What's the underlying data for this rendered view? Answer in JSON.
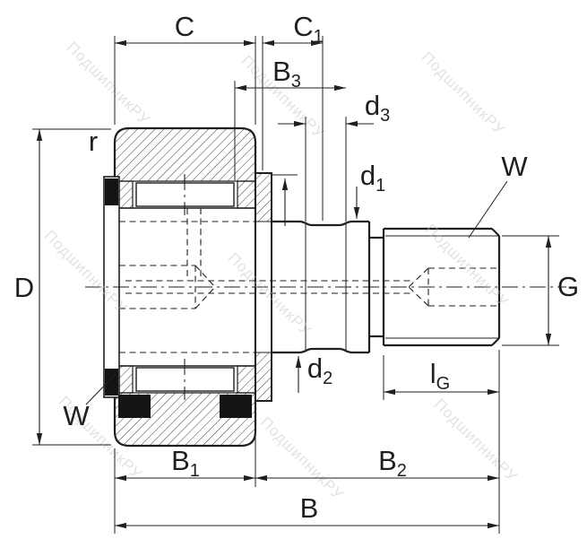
{
  "drawing": {
    "description": "Cross-section technical drawing of a stud-type cam follower bearing with dimension callouts",
    "watermark_text": "ПодшипникРУ"
  },
  "labels": {
    "C": "C",
    "C1": {
      "base": "C",
      "sub": "1"
    },
    "B3": {
      "base": "B",
      "sub": "3"
    },
    "d3": {
      "base": "d",
      "sub": "3"
    },
    "d1": {
      "base": "d",
      "sub": "1"
    },
    "d2": {
      "base": "d",
      "sub": "2"
    },
    "r": "r",
    "D": "D",
    "W_top": "W",
    "W_bottom": "W",
    "G": "G",
    "lG": {
      "base": "l",
      "sub": "G"
    },
    "B1": {
      "base": "B",
      "sub": "1"
    },
    "B2": {
      "base": "B",
      "sub": "2"
    },
    "B": "B"
  },
  "colors": {
    "line": "#1f1f1f",
    "watermark": "#bdbdbd",
    "seal": "#141414",
    "background": "#ffffff"
  }
}
